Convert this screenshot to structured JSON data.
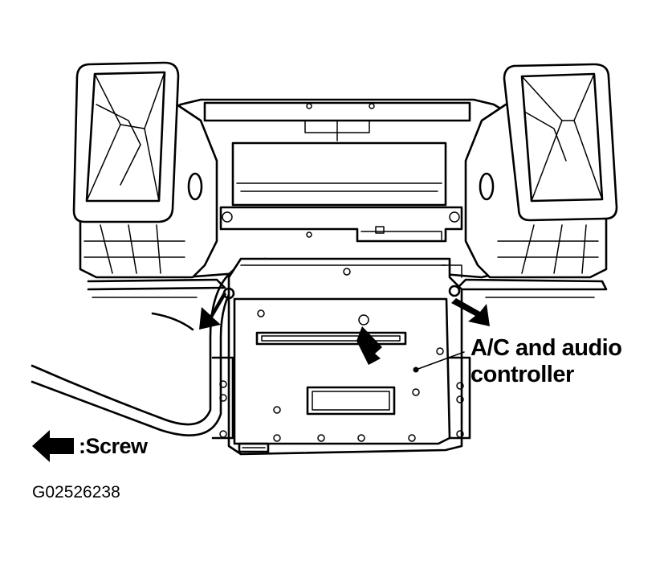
{
  "figure": {
    "callout_line1": "A/C and audio",
    "callout_line2": "controller",
    "legend_text": ":Screw",
    "figure_id": "G02526238"
  },
  "colors": {
    "ink": "#000000",
    "paper": "#ffffff"
  },
  "icons": {
    "legend_arrow": "screw-arrow-icon"
  }
}
